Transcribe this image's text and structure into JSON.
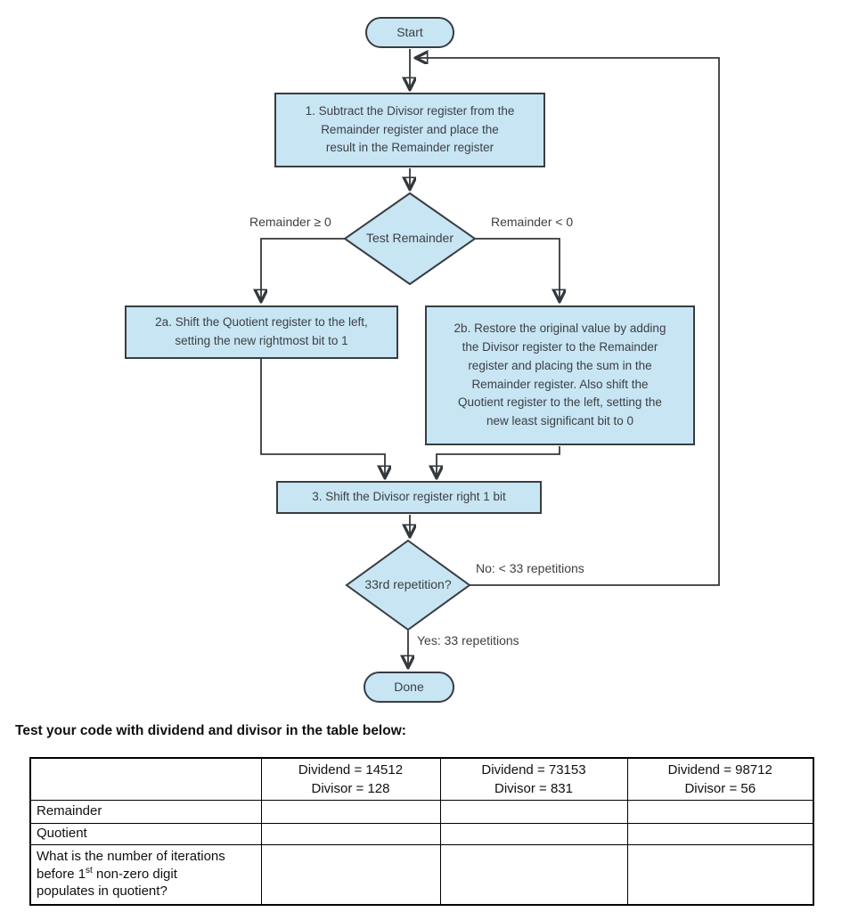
{
  "colors": {
    "node_fill": "#c8e5f4",
    "node_border": "#383d42",
    "connector": "#33383c",
    "flow_text": "#3c4043",
    "table_border": "#000000",
    "body_text": "#101010"
  },
  "flowchart": {
    "nodes": {
      "start": {
        "label": "Start"
      },
      "step1": {
        "text": "1.  Subtract the Divisor register from the\nRemainder register and place the\nresult in the Remainder register"
      },
      "test_remainder": {
        "label": "Test Remainder"
      },
      "step2a": {
        "text": "2a.  Shift the Quotient register to the left,\nsetting the new rightmost bit to 1"
      },
      "step2b": {
        "text": "2b.  Restore the original value by adding\nthe Divisor register to the Remainder\nregister and placing the sum in the\nRemainder register. Also shift the\nQuotient register to the left, setting the\nnew least significant bit to 0"
      },
      "step3": {
        "text": "3.  Shift the Divisor register right 1 bit"
      },
      "repetition_check": {
        "label": "33rd repetition?"
      },
      "done": {
        "label": "Done"
      }
    },
    "edge_labels": {
      "remainder_ge_zero": "Remainder ≥ 0",
      "remainder_lt_zero": "Remainder < 0",
      "no_branch": "No: < 33 repetitions",
      "yes_branch": "Yes: 33 repetitions"
    }
  },
  "instruction": "Test your code with dividend and divisor in the table below:",
  "table": {
    "column_headers": [
      "",
      "Dividend = 14512\nDivisor = 128",
      "Dividend = 73153\nDivisor = 831",
      "Dividend = 98712\nDivisor = 56"
    ],
    "rows": [
      {
        "label": "Remainder",
        "values": [
          "",
          "",
          ""
        ]
      },
      {
        "label": "Quotient",
        "values": [
          "",
          "",
          ""
        ]
      },
      {
        "label_parts": [
          "What is the number of iterations before 1",
          "st",
          " non-zero digit populates in quotient?"
        ],
        "values": [
          "",
          "",
          ""
        ]
      }
    ]
  }
}
